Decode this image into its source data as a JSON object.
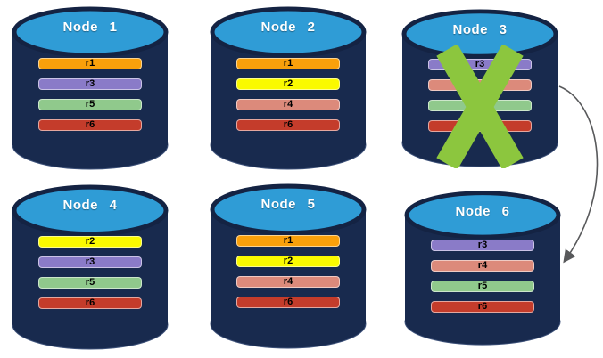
{
  "nodes": [
    {
      "title": "Node 1",
      "failed": false,
      "bars": [
        {
          "label": "r1",
          "color": "#F9A00B"
        },
        {
          "label": "r3",
          "color": "#8A7BC8"
        },
        {
          "label": "r5",
          "color": "#90C98C"
        },
        {
          "label": "r6",
          "color": "#C43C2B"
        }
      ]
    },
    {
      "title": "Node 2",
      "failed": false,
      "bars": [
        {
          "label": "r1",
          "color": "#F9A00B"
        },
        {
          "label": "r2",
          "color": "#FAFA00"
        },
        {
          "label": "r4",
          "color": "#DC8A7B"
        },
        {
          "label": "r6",
          "color": "#C43C2B"
        }
      ]
    },
    {
      "title": "Node 3",
      "failed": true,
      "bars": [
        {
          "label": "r3",
          "color": "#8A7BC8"
        },
        {
          "label": "",
          "color": "#DC8A7B"
        },
        {
          "label": "",
          "color": "#90C98C"
        },
        {
          "label": "",
          "color": "#C43C2B"
        }
      ]
    },
    {
      "title": "Node 4",
      "failed": false,
      "bars": [
        {
          "label": "r2",
          "color": "#FAFA00"
        },
        {
          "label": "r3",
          "color": "#8A7BC8"
        },
        {
          "label": "r5",
          "color": "#90C98C"
        },
        {
          "label": "r6",
          "color": "#C43C2B"
        }
      ]
    },
    {
      "title": "Node 5",
      "failed": false,
      "bars": [
        {
          "label": "r1",
          "color": "#F9A00B"
        },
        {
          "label": "r2",
          "color": "#FAFA00"
        },
        {
          "label": "r4",
          "color": "#DC8A7B"
        },
        {
          "label": "r6",
          "color": "#C43C2B"
        }
      ]
    },
    {
      "title": "Node 6",
      "failed": false,
      "bars": [
        {
          "label": "r3",
          "color": "#8A7BC8"
        },
        {
          "label": "r4",
          "color": "#DC8A7B"
        },
        {
          "label": "r5",
          "color": "#90C98C"
        },
        {
          "label": "r6",
          "color": "#C43C2B"
        }
      ]
    }
  ],
  "arrow": {
    "from": "Node 3",
    "to": "Node 6"
  },
  "colors": {
    "background": "#FFFFFF",
    "cylinder_body": "#182A4E",
    "cylinder_cap": "#2F9CD6",
    "cylinder_cap_border": "#142343",
    "cylinder_bottom_rim": "#3C5078",
    "failure_x": "#8CC63E",
    "arrow": "#58595B",
    "title_text": "#FFFFFF",
    "bar_text": "#000000"
  }
}
